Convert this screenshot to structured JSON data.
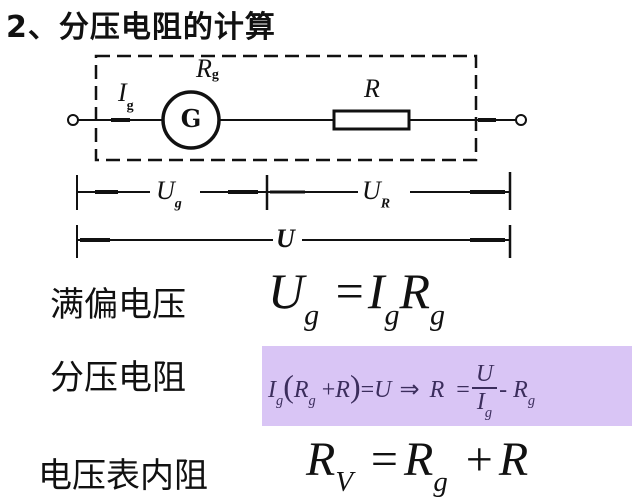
{
  "title": "2、分压电阻的计算",
  "circuit": {
    "labels": {
      "current": "I",
      "current_sub": "g",
      "galvanometer_res": "R",
      "galvanometer_res_sub": "g",
      "galvanometer_symbol": "G",
      "resistor": "R"
    },
    "voltage_labels": {
      "ug": "U",
      "ug_sub": "g",
      "ur": "U",
      "ur_sub": "R",
      "u_total": "U"
    }
  },
  "rows": [
    {
      "label": "满偏电压",
      "formula": {
        "lhs": "U",
        "lhs_sub": "g",
        "eq": "=",
        "a": "I",
        "a_sub": "g",
        "b": "R",
        "b_sub": "g"
      }
    },
    {
      "label": "分压电阻",
      "formula": {
        "p1": "I",
        "p1_sub": "g",
        "open": "(",
        "p2": "R",
        "p2_sub": "g",
        "plus": "+",
        "p3": "R",
        "close": ")",
        "eq": "=",
        "p4": "U",
        "implies": "⇒",
        "p5": "R",
        "eq2": "=",
        "num": "U",
        "den": "I",
        "den_sub": "g",
        "minus": "-",
        "p6": "R",
        "p6_sub": "g"
      },
      "highlight_color": "#d9c5f5"
    },
    {
      "label": "电压表内阻",
      "formula": {
        "lhs": "R",
        "lhs_sub": "V",
        "eq": "=",
        "a": "R",
        "a_sub": "g",
        "plus": "+",
        "b": "R"
      }
    }
  ]
}
